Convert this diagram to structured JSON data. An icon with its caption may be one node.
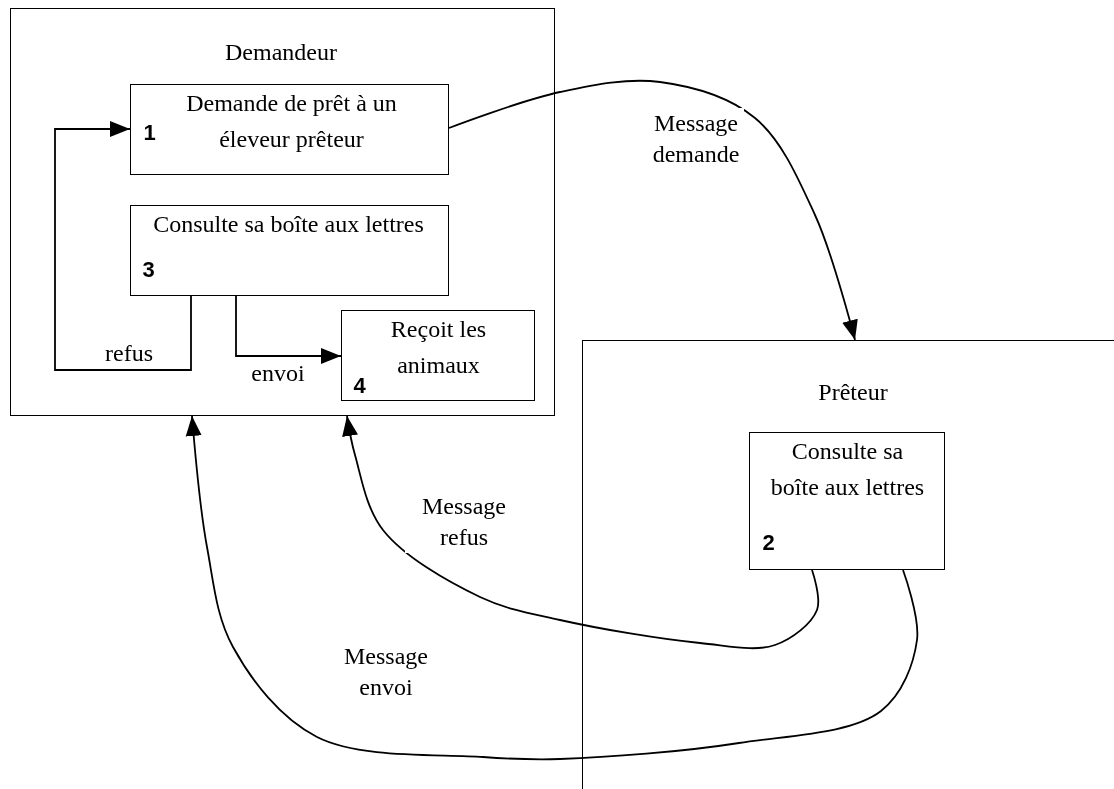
{
  "diagram": {
    "nodes": [
      {
        "text": [
          "Demandeur"
        ]
      },
      {
        "text": [
          "1",
          "Demande de prêt à un éleveur prêteur"
        ],
        "in": 0
      },
      {
        "text": [
          "Consulte sa boîte aux lettres",
          "3"
        ],
        "in": 0
      },
      {
        "text": [
          "Reçoit les animaux",
          "4"
        ],
        "in": 0
      },
      {
        "text": [
          "Prêteur"
        ]
      },
      {
        "text": [
          "Consulte sa boîte aux lettres",
          "2"
        ],
        "in": 4
      }
    ],
    "edges": [
      {
        "from": 1,
        "to": 4,
        "arrow": "to",
        "label": "Message demande"
      },
      {
        "from": 2,
        "to": 1,
        "arrow": "to",
        "label": "refus"
      },
      {
        "from": 2,
        "to": 3,
        "arrow": "to",
        "label": "envoi"
      },
      {
        "from": 5,
        "to": 0,
        "arrow": "to",
        "label": "Message refus"
      },
      {
        "from": 5,
        "to": 0,
        "arrow": "to",
        "label": "Message envoi"
      }
    ]
  }
}
